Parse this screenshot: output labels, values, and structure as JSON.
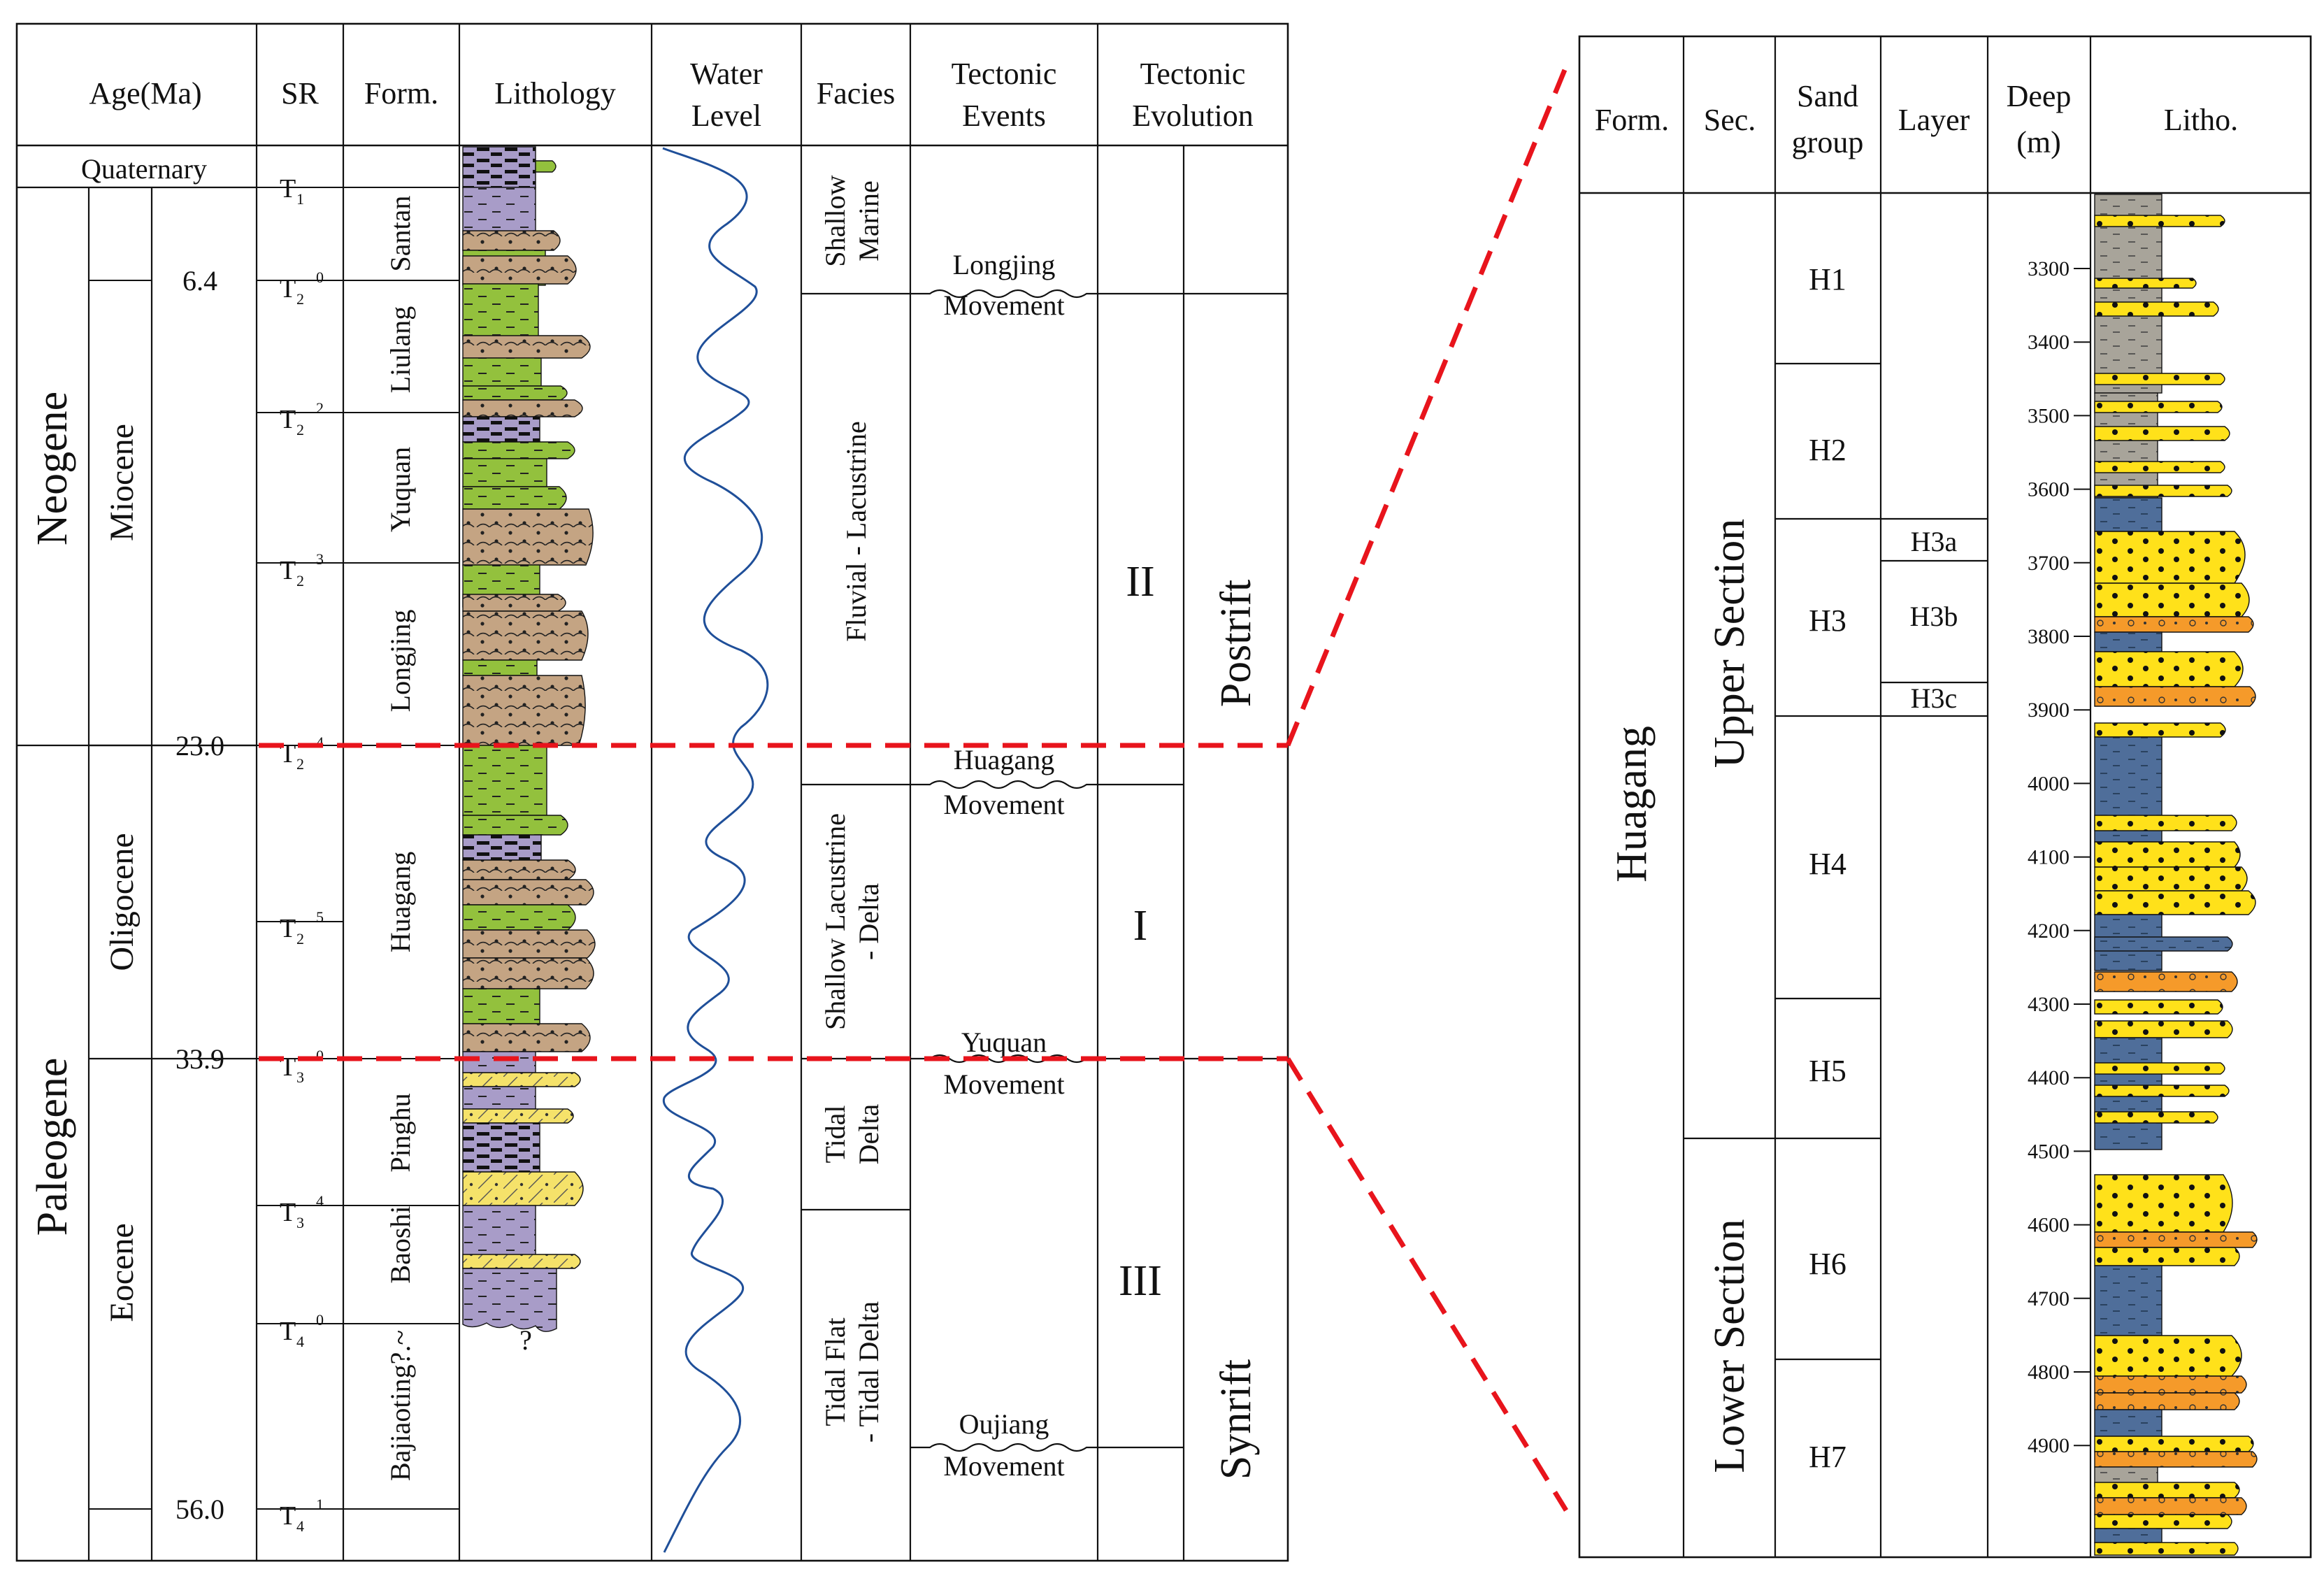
{
  "left": {
    "headers": {
      "age": "Age(Ma)",
      "sr": "SR",
      "form": "Form.",
      "lithology": "Lithology",
      "water_level_1": "Water",
      "water_level_2": "Level",
      "facies": "Facies",
      "tectonic_events_1": "Tectonic",
      "tectonic_events_2": "Events",
      "tectonic_evolution_1": "Tectonic",
      "tectonic_evolution_2": "Evolution"
    },
    "periods": {
      "quaternary": "Quaternary",
      "neogene": "Neogene",
      "paleogene": "Paleogene"
    },
    "epochs": {
      "miocene": "Miocene",
      "oligocene": "Oligocene",
      "eocene": "Eocene"
    },
    "ages": [
      "6.4",
      "23.0",
      "33.9",
      "56.0"
    ],
    "sr": {
      "t1": {
        "base": "T",
        "sub": "1",
        "sup": ""
      },
      "t20": {
        "base": "T",
        "sub": "2",
        "sup": "0"
      },
      "t22": {
        "base": "T",
        "sub": "2",
        "sup": "2"
      },
      "t23": {
        "base": "T",
        "sub": "2",
        "sup": "3"
      },
      "t24": {
        "base": "T",
        "sub": "2",
        "sup": "4"
      },
      "t25": {
        "base": "T",
        "sub": "2",
        "sup": "5"
      },
      "t30": {
        "base": "T",
        "sub": "3",
        "sup": "0"
      },
      "t34": {
        "base": "T",
        "sub": "3",
        "sup": "4"
      },
      "t40": {
        "base": "T",
        "sub": "4",
        "sup": "0"
      },
      "t41": {
        "base": "T",
        "sub": "4",
        "sup": "1"
      }
    },
    "formations": {
      "santan": "Santan",
      "liulang": "Liulang",
      "yuquan": "Yuquan",
      "longjing": "Longjing",
      "huagang": "Huagang",
      "pinghu": "Pinghu",
      "baoshi": "Baoshi",
      "bajiaoting": "Bajiaoting?.~"
    },
    "lithology_unknown": "?",
    "facies": {
      "shallow_marine_1": "Shallow",
      "shallow_marine_2": "Marine",
      "fluvial": "Fluvial - Lacustrine",
      "shallow_lac_1": "Shallow Lacustrine",
      "shallow_lac_2": "- Delta",
      "tidal_delta_1": "Tidal",
      "tidal_delta_2": "Delta",
      "tidal_flat_1": "Tidal Flat",
      "tidal_flat_2": "- Tidal Delta"
    },
    "events": {
      "longjing_1": "Longjing",
      "longjing_2": "Movement",
      "huagang_1": "Huagang",
      "huagang_2": "Movement",
      "yuquan_1": "Yuquan",
      "yuquan_2": "Movement",
      "oujiang_1": "Oujiang",
      "oujiang_2": "Movement"
    },
    "evolution": {
      "stage_ii": "II",
      "stage_i": "I",
      "stage_iii": "III",
      "postrift": "Postrift",
      "synrift": "Synrift"
    }
  },
  "right": {
    "headers": {
      "form": "Form.",
      "sec": "Sec.",
      "sand_1": "Sand",
      "sand_2": "group",
      "layer": "Layer",
      "deep_1": "Deep",
      "deep_2": "(m)",
      "litho": "Litho."
    },
    "formation": "Huagang",
    "sections": {
      "upper": "Upper Section",
      "lower": "Lower Section"
    },
    "sand_groups": [
      "H1",
      "H2",
      "H3",
      "H4",
      "H5",
      "H6",
      "H7"
    ],
    "layers": [
      "H3a",
      "H3b",
      "H3c"
    ],
    "depths": [
      "3300",
      "3400",
      "3500",
      "3600",
      "3700",
      "3800",
      "3900",
      "4000",
      "4100",
      "4200",
      "4300",
      "4400",
      "4500",
      "4600",
      "4700",
      "4800",
      "4900"
    ]
  },
  "colors": {
    "mudstone_purple": "#a89cc8",
    "mudstone_green": "#93c13d",
    "sandstone_brown": "#c4a483",
    "sandstone_yellow": "#f5e26a",
    "bright_sand": "#ffe11a",
    "pebbly_orange": "#f59a2a",
    "mud_gray": "#a8a49a",
    "mud_blue": "#4f6e9a",
    "correlation_red": "#e8141c",
    "water_curve": "#1f4f99"
  }
}
